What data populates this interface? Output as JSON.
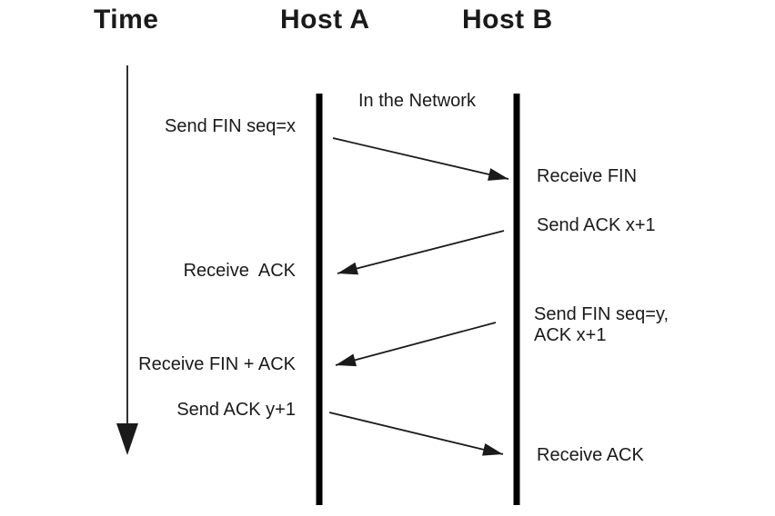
{
  "diagram": {
    "time_label": "Time",
    "network_label": "In the Network",
    "colors": {
      "ink": "#1a1a1a",
      "background": "#ffffff"
    },
    "hosts": [
      {
        "name": "Host A"
      },
      {
        "name": "Host B"
      }
    ],
    "events": [
      {
        "label": "Send FIN seq=x",
        "host": "Host A",
        "type": "send"
      },
      {
        "label": "Receive FIN",
        "host": "Host B",
        "type": "receive"
      },
      {
        "label": "Send ACK x+1",
        "host": "Host B",
        "type": "send"
      },
      {
        "label": "Receive  ACK",
        "host": "Host A",
        "type": "receive"
      },
      {
        "label": "Send FIN seq=y,\nACK x+1",
        "host": "Host B",
        "type": "send"
      },
      {
        "label": "Receive FIN + ACK",
        "host": "Host A",
        "type": "receive"
      },
      {
        "label": "Send ACK y+1",
        "host": "Host A",
        "type": "send"
      },
      {
        "label": "Receive ACK",
        "host": "Host B",
        "type": "receive"
      }
    ],
    "arrows": [
      {
        "from": "Host A",
        "to": "Host B"
      },
      {
        "from": "Host B",
        "to": "Host A"
      },
      {
        "from": "Host B",
        "to": "Host A"
      },
      {
        "from": "Host A",
        "to": "Host B"
      }
    ]
  }
}
